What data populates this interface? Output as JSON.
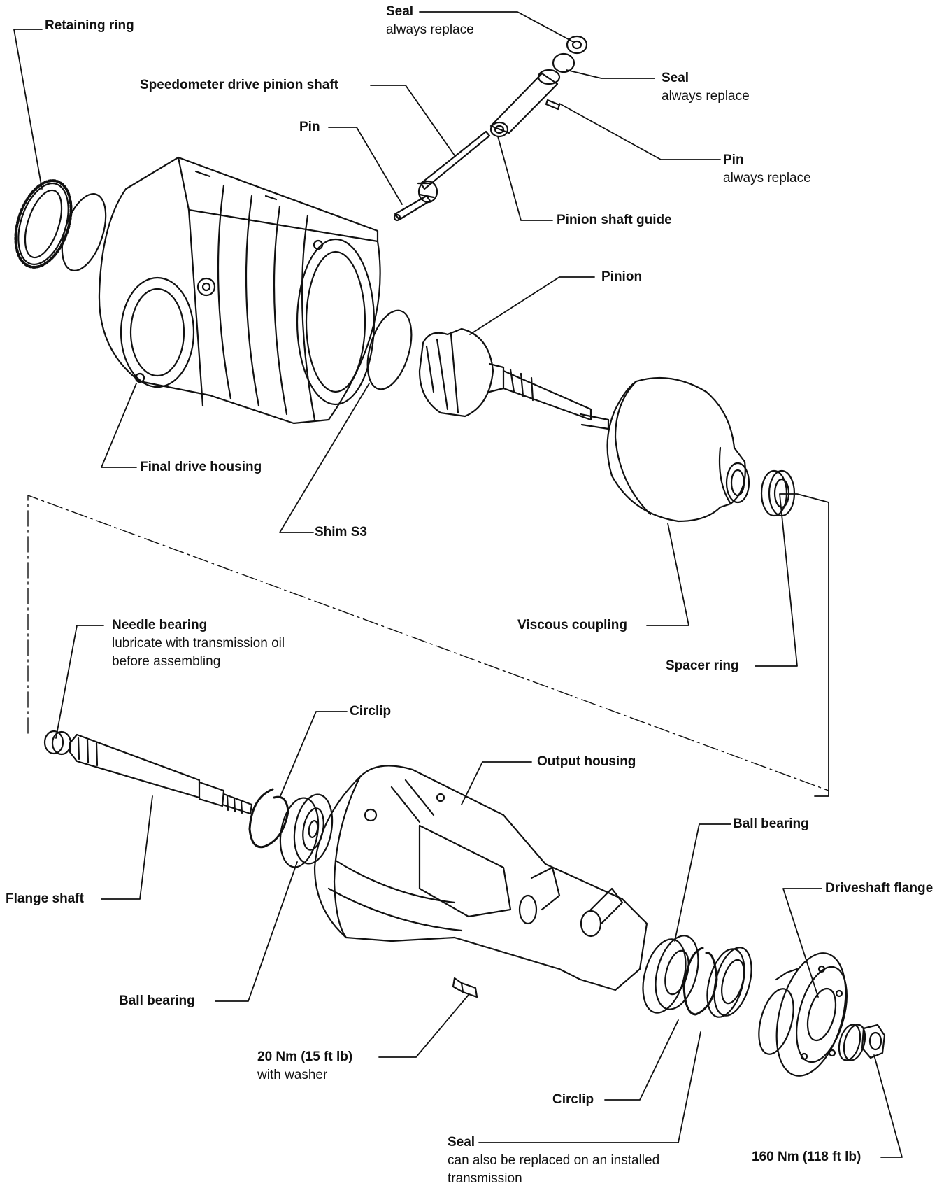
{
  "labels": {
    "retaining_ring": {
      "title": "Retaining ring"
    },
    "seal_top": {
      "title": "Seal",
      "note": "always replace"
    },
    "speedo_shaft": {
      "title": "Speedometer drive pinion shaft"
    },
    "seal_right": {
      "title": "Seal",
      "note": "always replace"
    },
    "pin_left": {
      "title": "Pin"
    },
    "pin_right": {
      "title": "Pin",
      "note": "always replace"
    },
    "pinion_shaft_guide": {
      "title": "Pinion shaft guide"
    },
    "pinion": {
      "title": "Pinion"
    },
    "final_drive_housing": {
      "title": "Final drive housing"
    },
    "shim_s3": {
      "title": "Shim S3"
    },
    "viscous_coupling": {
      "title": "Viscous coupling"
    },
    "spacer_ring": {
      "title": "Spacer ring"
    },
    "needle_bearing": {
      "title": "Needle bearing",
      "note1": "lubricate with transmission oil",
      "note2": "before assembling"
    },
    "circlip_top": {
      "title": "Circlip"
    },
    "output_housing": {
      "title": "Output housing"
    },
    "ball_bearing_right": {
      "title": "Ball bearing"
    },
    "driveshaft_flange": {
      "title": "Driveshaft flange"
    },
    "flange_shaft": {
      "title": "Flange shaft"
    },
    "ball_bearing_left": {
      "title": "Ball bearing"
    },
    "torque_20": {
      "title": "20 Nm (15 ft lb)",
      "note": "with washer"
    },
    "circlip_bottom": {
      "title": "Circlip"
    },
    "seal_bottom": {
      "title": "Seal",
      "note1": "can also be replaced on an installed",
      "note2": "transmission"
    },
    "torque_160": {
      "title": "160 Nm (118 ft lb)"
    }
  }
}
